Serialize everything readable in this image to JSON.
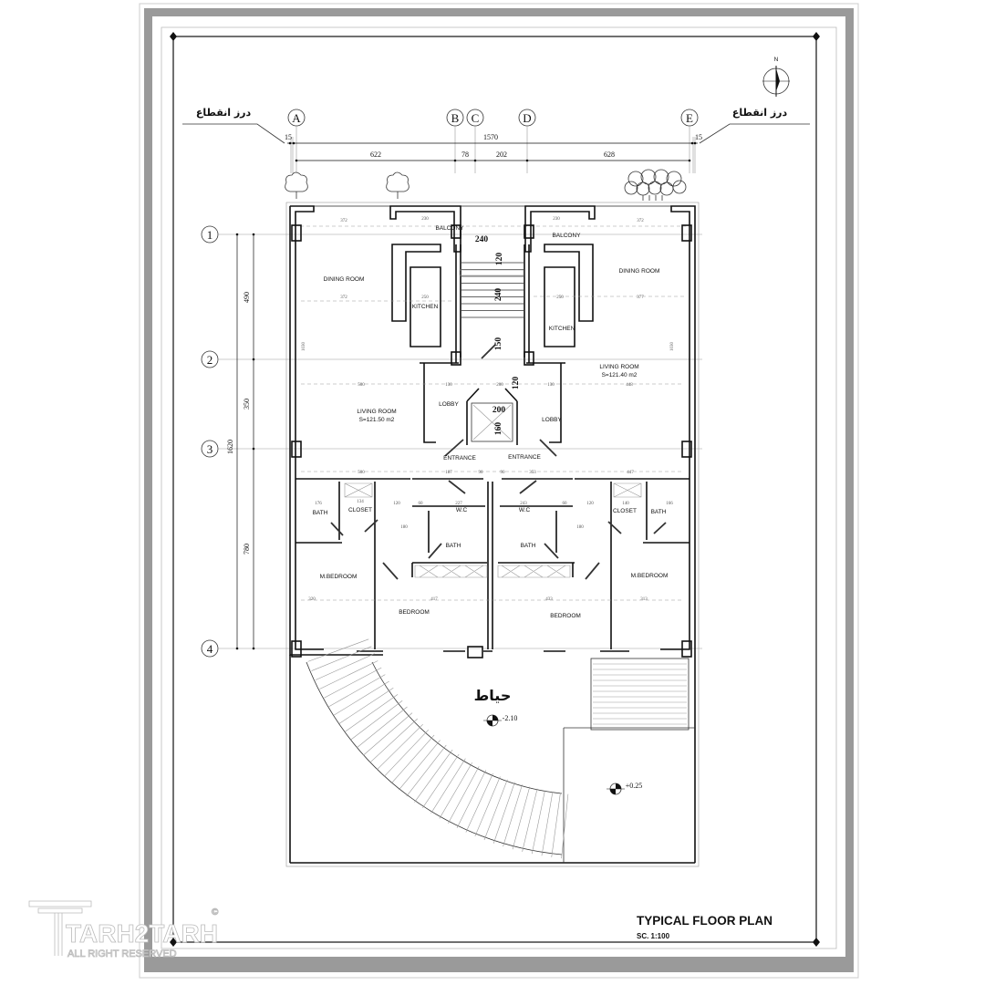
{
  "title": {
    "main": "TYPICAL FLOOR PLAN",
    "scale": "SC. 1:100"
  },
  "north": "N",
  "watermark": {
    "brand": "TARH2TARH",
    "rights": "ALL RIGHT RESERVED",
    "copyright": "©"
  },
  "expansion_joint_label": "درز انقطاع",
  "yard": {
    "label": "حیاط",
    "level_yard": "-2.10",
    "level_platform": "+0.25"
  },
  "grid_columns": [
    "A",
    "B",
    "C",
    "D",
    "E"
  ],
  "grid_rows": [
    "1",
    "2",
    "3",
    "4"
  ],
  "horizontal_dims": {
    "overall": "1570",
    "joint_left": "15",
    "joint_right": "15",
    "segments": [
      "622",
      "78",
      "202",
      "628"
    ]
  },
  "vertical_dims": {
    "overall": "1620",
    "segments": [
      "490",
      "350",
      "780"
    ]
  },
  "rooms": {
    "balcony_left": "BALCONY",
    "balcony_right": "BALCONY",
    "dining_left": "DINING ROOM",
    "dining_right": "DINING ROOM",
    "kitchen_left": "KITCHEN",
    "kitchen_right": "KITCHEN",
    "living_left": "LIVING ROOM",
    "living_left_area": "S=121.50  m2",
    "living_right": "LIVING ROOM",
    "living_right_area": "S=121.40  m2",
    "lobby_left": "LOBBY",
    "lobby_right": "LOBBY",
    "entrance_left": "ENTRANCE",
    "entrance_right": "ENTRANCE",
    "bath_left": "BATH",
    "closet_left": "CLOSET",
    "wc_left": "W.C",
    "wc_right": "W.C",
    "closet_right": "CLOSET",
    "bath_right": "BATH",
    "bath_mid_left": "BATH",
    "bath_mid_right": "BATH",
    "mbedroom_left": "M.BEDROOM",
    "mbedroom_right": "M.BEDROOM",
    "bedroom_left": "BEDROOM",
    "bedroom_right": "BEDROOM"
  },
  "core_dims": {
    "stair_width": "240",
    "landing": "120",
    "flight": "240",
    "stair_door": "150",
    "lobby": "120",
    "lift_w": "200",
    "lift_d": "160"
  },
  "room_dims": [
    "372",
    "230",
    "230",
    "372",
    "372",
    "250",
    "250",
    "377",
    "500",
    "130",
    "200",
    "130",
    "448",
    "500",
    "187",
    "90",
    "90",
    "353",
    "447",
    "176",
    "134",
    "120",
    "60",
    "227",
    "243",
    "60",
    "120",
    "140",
    "166",
    "180",
    "180",
    "320",
    "417",
    "433",
    "313",
    "1030",
    "1030"
  ]
}
